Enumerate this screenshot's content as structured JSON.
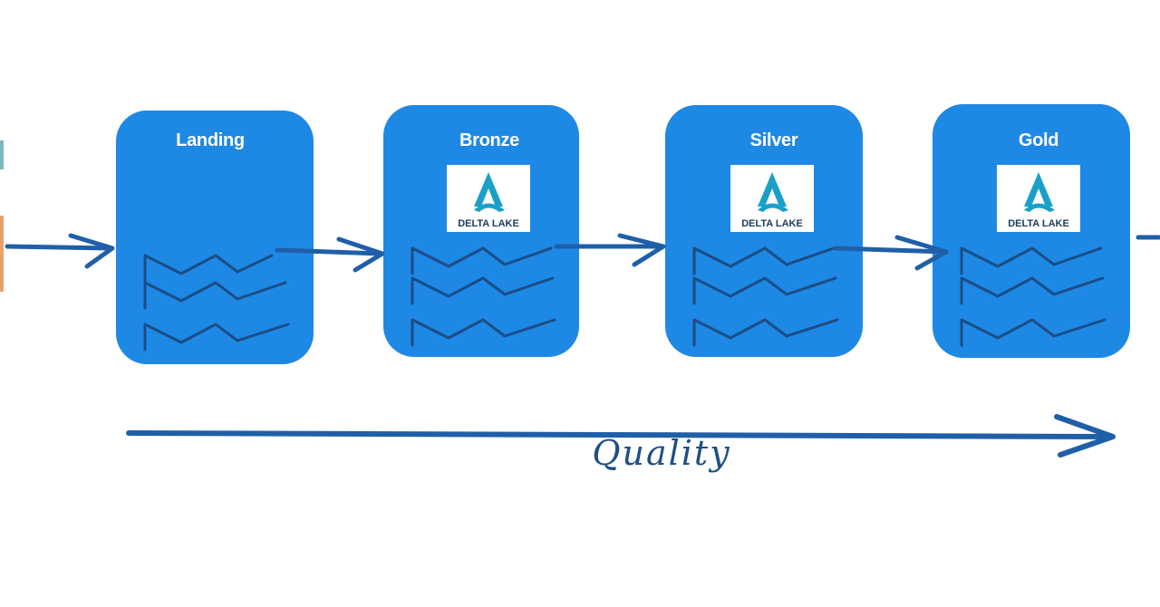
{
  "stages": [
    {
      "id": "landing",
      "label": "Landing",
      "has_logo": false
    },
    {
      "id": "bronze",
      "label": "Bronze",
      "has_logo": true
    },
    {
      "id": "silver",
      "label": "Silver",
      "has_logo": true
    },
    {
      "id": "gold",
      "label": "Gold",
      "has_logo": true
    }
  ],
  "logo": {
    "text": "DELTA LAKE",
    "icon": "delta-lake-logo-icon",
    "color": "#1aa0c8"
  },
  "quality_axis": {
    "label": "Quality"
  },
  "colors": {
    "box_fill": "#1e88e5",
    "arrow": "#1f5fa8",
    "wave": "#1a4d86",
    "quality_text": "#1f4e86"
  }
}
